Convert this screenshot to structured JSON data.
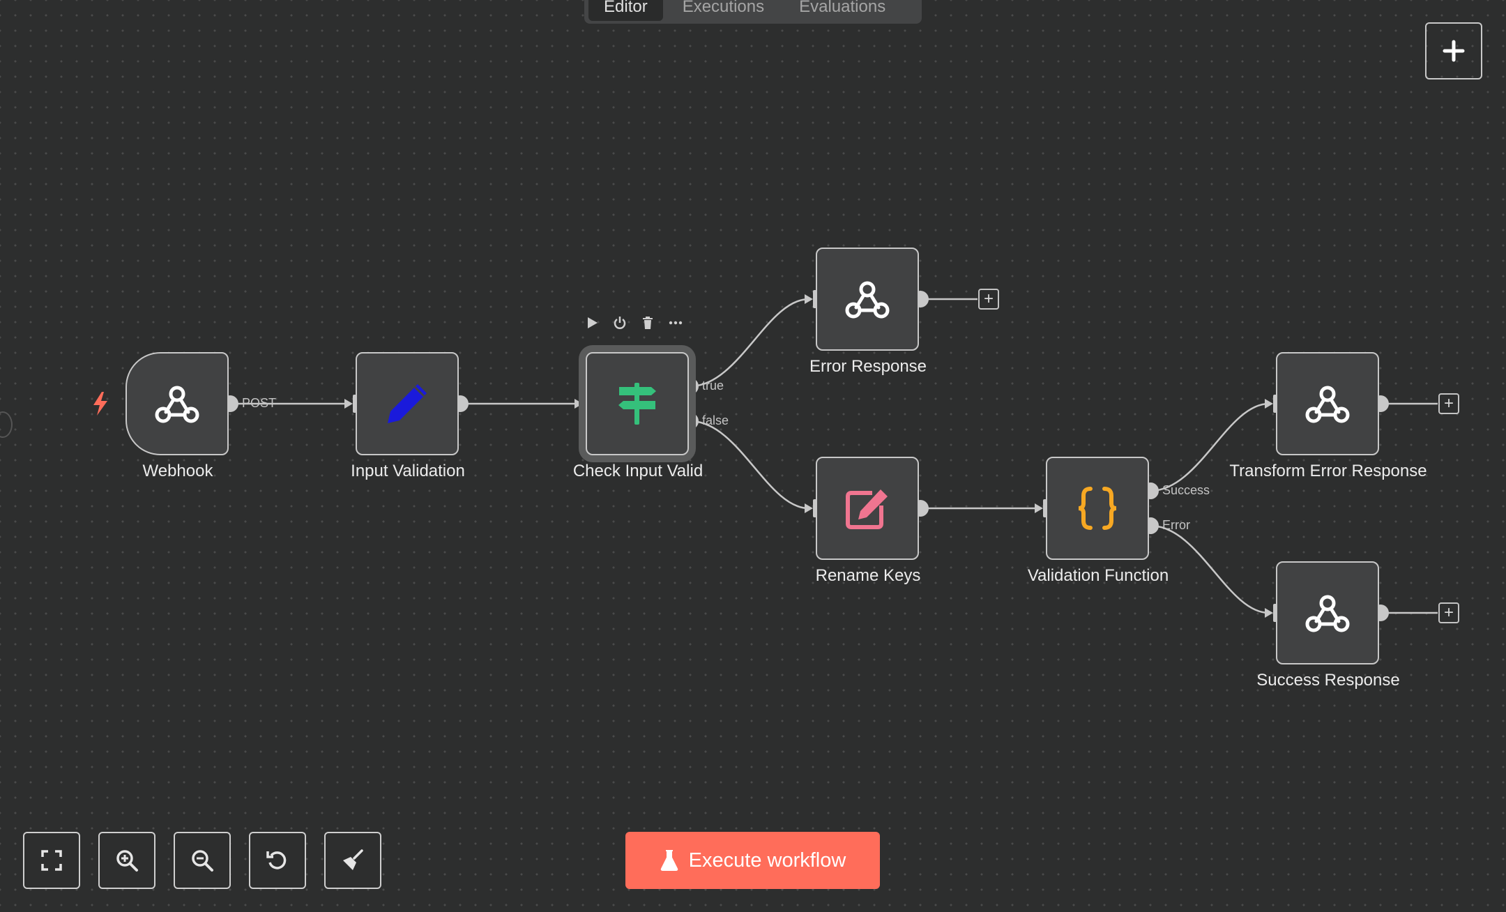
{
  "tabs": [
    {
      "label": "Editor",
      "active": true
    },
    {
      "label": "Executions",
      "active": false
    },
    {
      "label": "Evaluations",
      "active": false
    }
  ],
  "nodes": {
    "webhook": {
      "label": "Webhook",
      "icon": "webhook-icon"
    },
    "input_validation": {
      "label": "Input Validation",
      "icon": "pencil-icon"
    },
    "check_input_valid": {
      "label": "Check Input Valid",
      "icon": "signpost-icon"
    },
    "error_response": {
      "label": "Error Response",
      "icon": "webhook-icon"
    },
    "rename_keys": {
      "label": "Rename Keys",
      "icon": "edit-icon"
    },
    "validation_function": {
      "label": "Validation Function",
      "icon": "code-braces-icon"
    },
    "transform_error_response": {
      "label": "Transform Error Response",
      "icon": "webhook-icon"
    },
    "success_response": {
      "label": "Success Response",
      "icon": "webhook-icon"
    }
  },
  "connection_labels": {
    "webhook_output": "POST",
    "if_true": "true",
    "if_false": "false",
    "function_success": "Success",
    "function_error": "Error"
  },
  "execute_button": {
    "label": "Execute workflow"
  },
  "colors": {
    "canvas": "#2d2e2e",
    "node_bg": "#414243",
    "accent": "#ff6d5a",
    "pencil_blue": "#1a1adb",
    "signpost_green": "#35c07b",
    "edit_pink": "#f07590",
    "braces_orange": "#f7a823"
  }
}
